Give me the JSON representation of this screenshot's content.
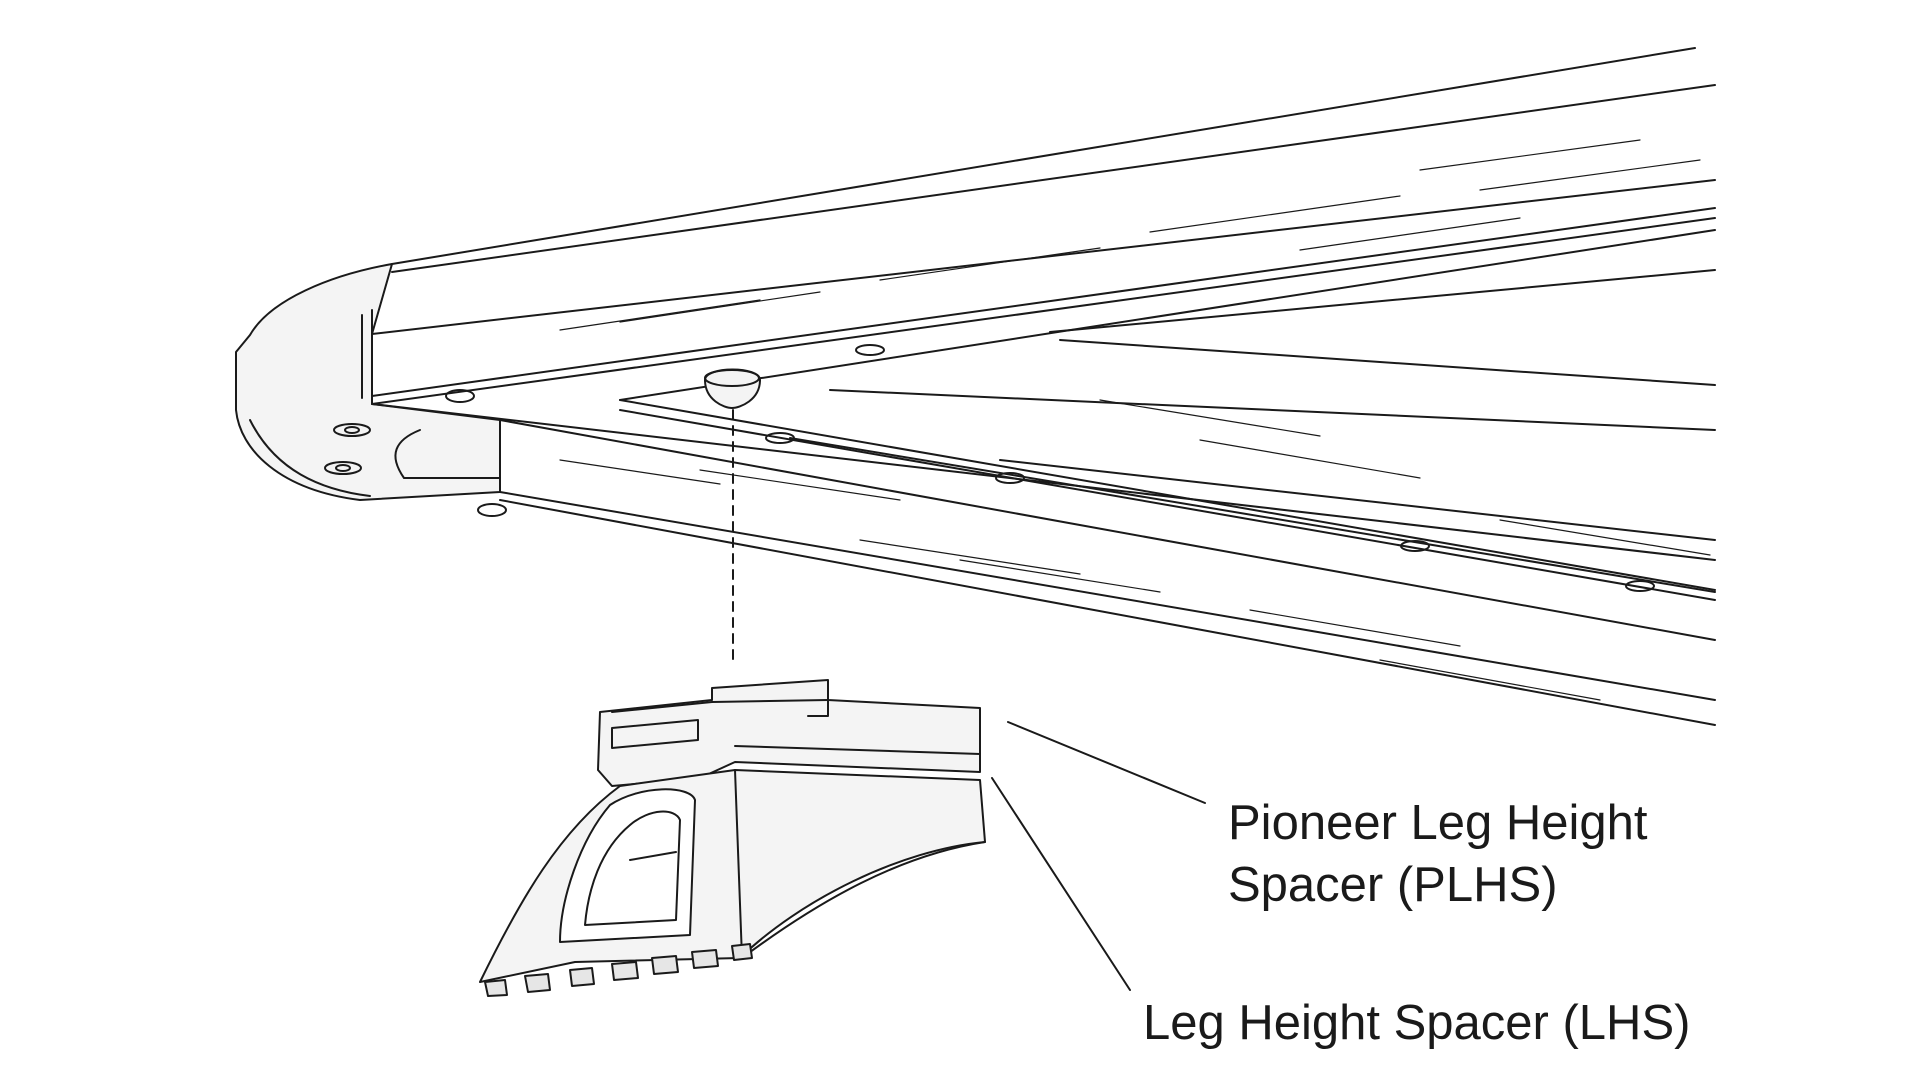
{
  "labels": {
    "plhs_line1": "Pioneer Leg Height",
    "plhs_line2": "Spacer (PLHS)",
    "lhs": "Leg Height Spacer (LHS)"
  },
  "colors": {
    "line": "#1a1a1a",
    "fill_light": "#f4f4f4",
    "fill_shadow": "#e6e6e6",
    "background": "#ffffff"
  }
}
